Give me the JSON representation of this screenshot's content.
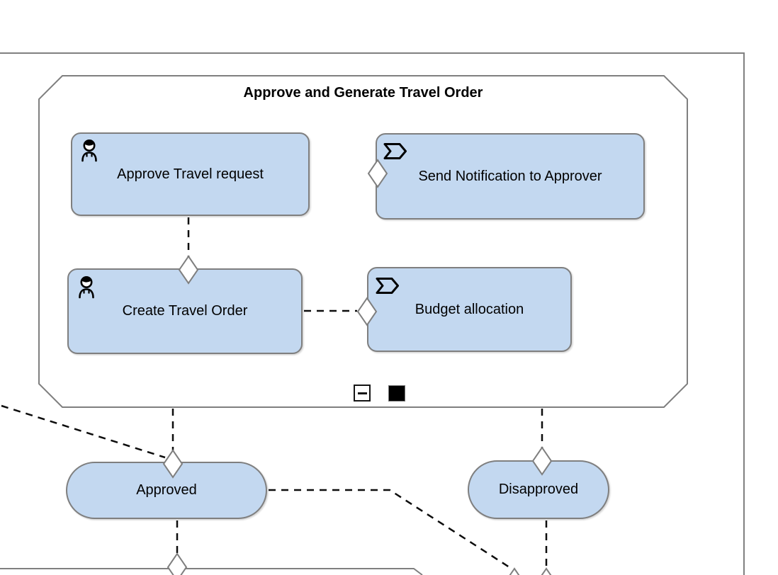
{
  "diagram": {
    "group": {
      "title": "Approve and Generate Travel Order",
      "collapse_icon": "minus-square-icon",
      "marker_icon": "black-square-marker"
    },
    "nodes": {
      "approve_travel_request": {
        "label": "Approve Travel request",
        "icon": "person-icon"
      },
      "send_notification": {
        "label": "Send Notification to Approver",
        "icon": "value-stream-icon"
      },
      "create_travel_order": {
        "label": "Create Travel Order",
        "icon": "person-icon"
      },
      "budget_allocation": {
        "label": "Budget allocation",
        "icon": "value-stream-icon"
      },
      "approved": {
        "label": "Approved"
      },
      "disapproved": {
        "label": "Disapproved"
      }
    },
    "edges": [
      {
        "from": "Approve Travel request",
        "to": "Create Travel Order",
        "type": "dashed-diamond"
      },
      {
        "from": "Create Travel Order",
        "to": "Budget allocation",
        "type": "dashed-diamond"
      },
      {
        "from": "diamond-only",
        "to": "Send Notification to Approver",
        "type": "diamond-endpoint"
      },
      {
        "from": "Approve and Generate Travel Order",
        "to": "Approved",
        "type": "dashed-diamond"
      },
      {
        "from": "Approve and Generate Travel Order",
        "to": "Disapproved",
        "type": "dashed-diamond"
      },
      {
        "from": "offscreen-left",
        "to": "Approved",
        "type": "dashed-diamond"
      },
      {
        "from": "Approved",
        "to": "bottom-container (cut off)",
        "type": "dashed-diamond"
      },
      {
        "from": "Approved",
        "to": "bottom-right element (cut off)",
        "type": "dashed-diamond"
      },
      {
        "from": "Disapproved",
        "to": "bottom-right element (cut off)",
        "type": "dashed-diamond"
      }
    ],
    "colors": {
      "node_fill": "#c3d8f0",
      "node_border": "#7f7f7f",
      "connector": "#0d0d0d",
      "frame": "#808080",
      "diamond_fill": "#ffffff",
      "marker": "#000000"
    }
  }
}
